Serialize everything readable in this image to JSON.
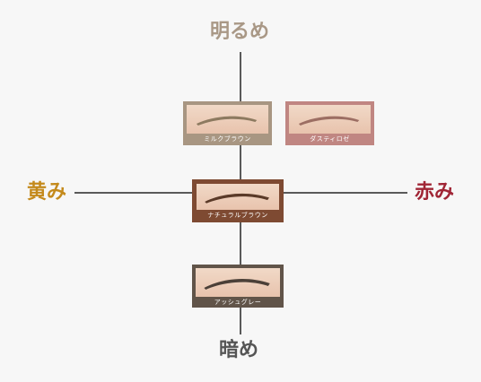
{
  "axis_labels": {
    "top": "明るめ",
    "bottom": "暗め",
    "left": "黄み",
    "right": "赤み"
  },
  "label_colors": {
    "top": "#a99886",
    "bottom": "#555555",
    "left": "#c48a1c",
    "right": "#a02535"
  },
  "swatches": [
    {
      "id": "milk-brown",
      "label": "ミルクブラウン",
      "frame_color": "#a89682",
      "brow_color": "#8d7a60"
    },
    {
      "id": "dusty-rose",
      "label": "ダスティロゼ",
      "frame_color": "#c08682",
      "brow_color": "#9c6e63"
    },
    {
      "id": "natural-brown",
      "label": "ナチュラルブラウン",
      "frame_color": "#7e4a32",
      "brow_color": "#5a3a28"
    },
    {
      "id": "ash-gray",
      "label": "アッシュグレー",
      "frame_color": "#615449",
      "brow_color": "#4b4038"
    }
  ]
}
